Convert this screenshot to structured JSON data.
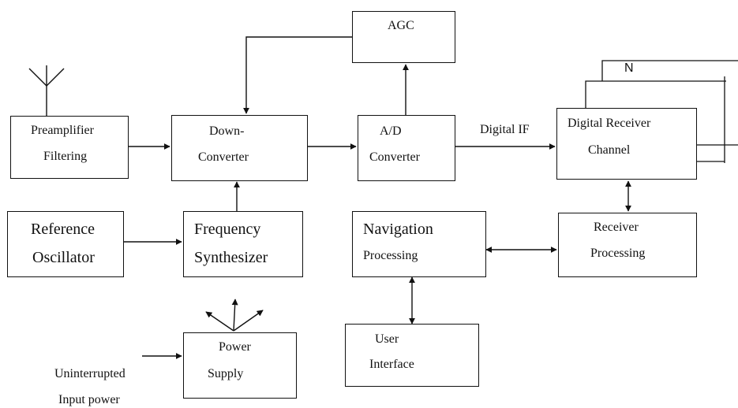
{
  "blocks": {
    "agc": "AGC",
    "preamp": [
      "Preamplifier",
      "Filtering"
    ],
    "downconverter": [
      "Down-",
      "Converter"
    ],
    "adc": [
      "A/D",
      "Converter"
    ],
    "receiver_channel": [
      "Digital Receiver",
      "Channel"
    ],
    "channel_count": "N",
    "reference_oscillator": [
      "Reference",
      "Oscillator"
    ],
    "frequency_synthesizer": [
      "Frequency",
      "Synthesizer"
    ],
    "navigation_processing": [
      "Navigation",
      "Processing"
    ],
    "receiver_processing": [
      "Receiver",
      "Processing"
    ],
    "power_supply": [
      "Power",
      "Supply"
    ],
    "user_interface": [
      "User",
      "Interface"
    ]
  },
  "signals": {
    "digital_if": "Digital IF",
    "input_power": [
      "Uninterrupted",
      "Input power"
    ]
  }
}
